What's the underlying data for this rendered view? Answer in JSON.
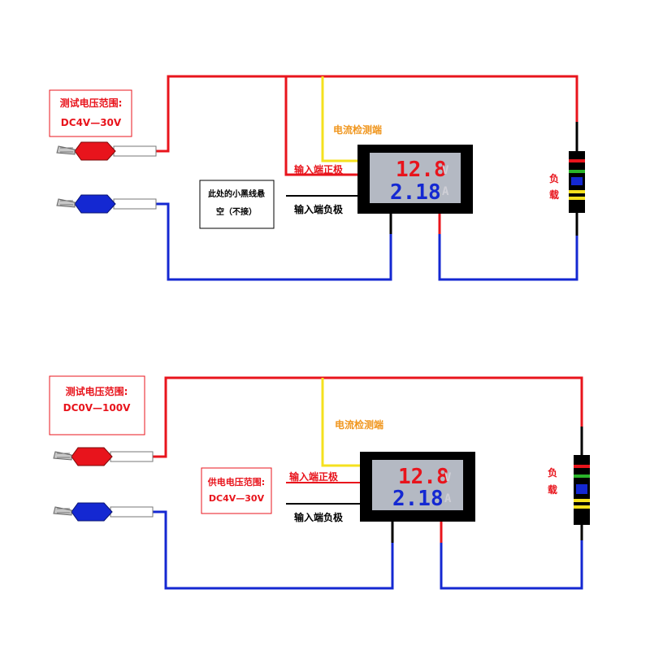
{
  "colors": {
    "wire_red": "#e8141c",
    "wire_blue": "#1428d2",
    "wire_yellow": "#f5e11e",
    "wire_black": "#000000",
    "label_red": "#e8141c",
    "label_orange": "#f0961e",
    "display_bg": "#b4b9c3",
    "volt_digits": "#e8141c",
    "amp_digits": "#1428d2"
  },
  "diagram_top": {
    "range_box": {
      "title": "测试电压范围:",
      "value": "DC4V—30V"
    },
    "note_box": {
      "line1": "此处的小黑线悬",
      "line2": "空（不接）"
    },
    "current_terminal": "电流检测端",
    "input_positive": "输入端正极",
    "input_negative": "输入端负极",
    "load_label": [
      "负",
      "载"
    ],
    "meter": {
      "voltage": "12.8",
      "current": "2.18",
      "v_unit": "V",
      "a_unit": "A"
    }
  },
  "diagram_bottom": {
    "range_box": {
      "title": "测试电压范围:",
      "value": "DC0V—100V"
    },
    "supply_box": {
      "title": "供电电压范围:",
      "value": "DC4V—30V"
    },
    "current_terminal": "电流检测端",
    "input_positive": "输入端正极",
    "input_negative": "输入端负极",
    "load_label": [
      "负",
      "载"
    ],
    "meter": {
      "voltage": "12.8",
      "current": "2.18",
      "v_unit": "V",
      "a_unit": "A"
    }
  }
}
